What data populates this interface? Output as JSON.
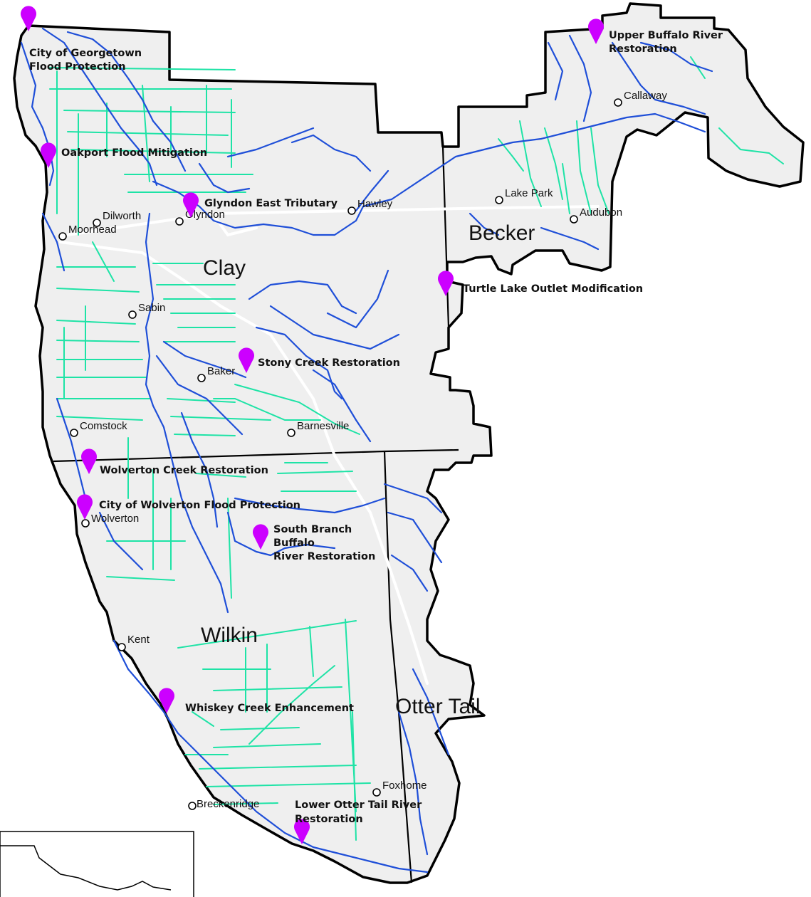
{
  "colors": {
    "land": "#efefef",
    "boundary": "#000000",
    "river": "#1f4fd8",
    "ditch": "#1ee3a6",
    "marker": "#cc00ff",
    "road": "#ffffff"
  },
  "counties": [
    {
      "id": "clay",
      "label": "Clay"
    },
    {
      "id": "becker",
      "label": "Becker"
    },
    {
      "id": "wilkin",
      "label": "Wilkin"
    },
    {
      "id": "otter-tail",
      "label": "Otter Tail"
    }
  ],
  "cities": [
    {
      "id": "dilworth",
      "label": "Dilworth"
    },
    {
      "id": "moorhead",
      "label": "Moorhead"
    },
    {
      "id": "glyndon",
      "label": "Glyndon"
    },
    {
      "id": "hawley",
      "label": "Hawley"
    },
    {
      "id": "lake-park",
      "label": "Lake Park"
    },
    {
      "id": "audubon",
      "label": "Audubon"
    },
    {
      "id": "callaway",
      "label": "Callaway"
    },
    {
      "id": "sabin",
      "label": "Sabin"
    },
    {
      "id": "baker",
      "label": "Baker"
    },
    {
      "id": "barnesville",
      "label": "Barnesville"
    },
    {
      "id": "comstock",
      "label": "Comstock"
    },
    {
      "id": "wolverton",
      "label": "Wolverton"
    },
    {
      "id": "kent",
      "label": "Kent"
    },
    {
      "id": "breckenridge",
      "label": "Breckenridge"
    },
    {
      "id": "foxhome",
      "label": "Foxhome"
    }
  ],
  "projects": [
    {
      "id": "georgetown",
      "lines": [
        "City of Georgetown",
        "Flood Protection"
      ]
    },
    {
      "id": "oakport",
      "lines": [
        "Oakport Flood Mitigation"
      ]
    },
    {
      "id": "glyndon-east",
      "lines": [
        "Glyndon East Tributary"
      ]
    },
    {
      "id": "upper-buffalo",
      "lines": [
        "Upper Buffalo River",
        "Restoration"
      ]
    },
    {
      "id": "turtle-lake",
      "lines": [
        "Turtle Lake Outlet Modification"
      ]
    },
    {
      "id": "stony-creek",
      "lines": [
        "Stony Creek Restoration"
      ]
    },
    {
      "id": "wolverton-creek",
      "lines": [
        "Wolverton Creek Restoration"
      ]
    },
    {
      "id": "wolverton-flood",
      "lines": [
        "City of Wolverton Flood Protection"
      ]
    },
    {
      "id": "south-branch",
      "lines": [
        "South Branch",
        "Buffalo",
        "River Restoration"
      ]
    },
    {
      "id": "whiskey-creek",
      "lines": [
        "Whiskey Creek Enhancement"
      ]
    },
    {
      "id": "lower-otter-tail",
      "lines": [
        "Lower Otter Tail River",
        "Restoration"
      ]
    }
  ]
}
